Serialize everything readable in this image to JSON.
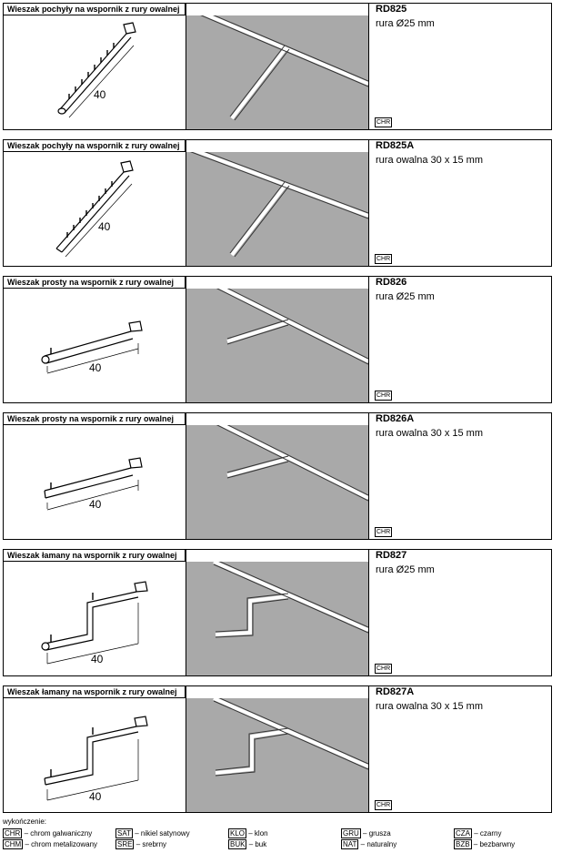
{
  "cards": [
    {
      "title": "Wieszak pochyły na wspornik z rury owalnej",
      "code": "RD825",
      "desc": "rura Ø25 mm",
      "dim": "40",
      "badge": "CHR"
    },
    {
      "title": "Wieszak pochyły na wspornik z rury owalnej",
      "code": "RD825A",
      "desc": "rura owalna 30 x 15 mm",
      "dim": "40",
      "badge": "CHR"
    },
    {
      "title": "Wieszak prosty na wspornik z rury owalnej",
      "code": "RD826",
      "desc": "rura Ø25 mm",
      "dim": "40",
      "badge": "CHR"
    },
    {
      "title": "Wieszak prosty na wspornik z rury owalnej",
      "code": "RD826A",
      "desc": "rura owalna 30 x 15 mm",
      "dim": "40",
      "badge": "CHR"
    },
    {
      "title": "Wieszak łamany na wspornik z rury owalnej",
      "code": "RD827",
      "desc": "rura Ø25 mm",
      "dim": "40",
      "badge": "CHR"
    },
    {
      "title": "Wieszak łamany na wspornik z rury owalnej",
      "code": "RD827A",
      "desc": "rura owalna 30 x 15 mm",
      "dim": "40",
      "badge": "CHR"
    }
  ],
  "legend": {
    "heading": "wykończenie:",
    "items": [
      {
        "code": "CHR",
        "label": "– chrom galwaniczny"
      },
      {
        "code": "CHM",
        "label": "– chrom metalizowany"
      },
      {
        "code": "SAT",
        "label": "– nikiel satynowy"
      },
      {
        "code": "SRE",
        "label": "– srebrny"
      },
      {
        "code": "KLO",
        "label": "– klon"
      },
      {
        "code": "BUK",
        "label": "– buk"
      },
      {
        "code": "GRU",
        "label": "– grusza"
      },
      {
        "code": "NAT",
        "label": "– naturalny"
      },
      {
        "code": "CZA",
        "label": "– czarny"
      },
      {
        "code": "BZB",
        "label": "– bezbarwny"
      }
    ]
  }
}
